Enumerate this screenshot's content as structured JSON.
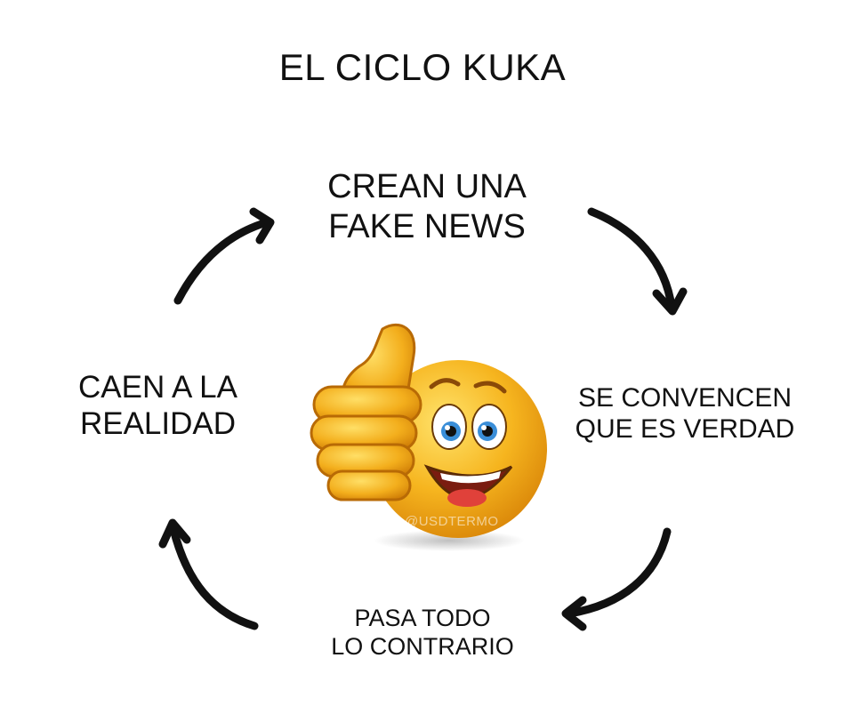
{
  "diagram": {
    "title": "EL CICLO KUKA",
    "steps": [
      {
        "lines": [
          "CREAN UNA",
          "FAKE NEWS"
        ]
      },
      {
        "lines": [
          "SE CONVENCEN",
          "QUE ES VERDAD"
        ]
      },
      {
        "lines": [
          "PASA TODO",
          "LO CONTRARIO"
        ]
      },
      {
        "lines": [
          "CAEN A LA",
          "REALIDAD"
        ]
      }
    ],
    "center_icon": "thumbs-up-smiley-emoji",
    "watermark": "@USDTERMO",
    "colors": {
      "arrow": "#111111",
      "emoji_face": "#f6b51f",
      "background": "#ffffff"
    }
  }
}
